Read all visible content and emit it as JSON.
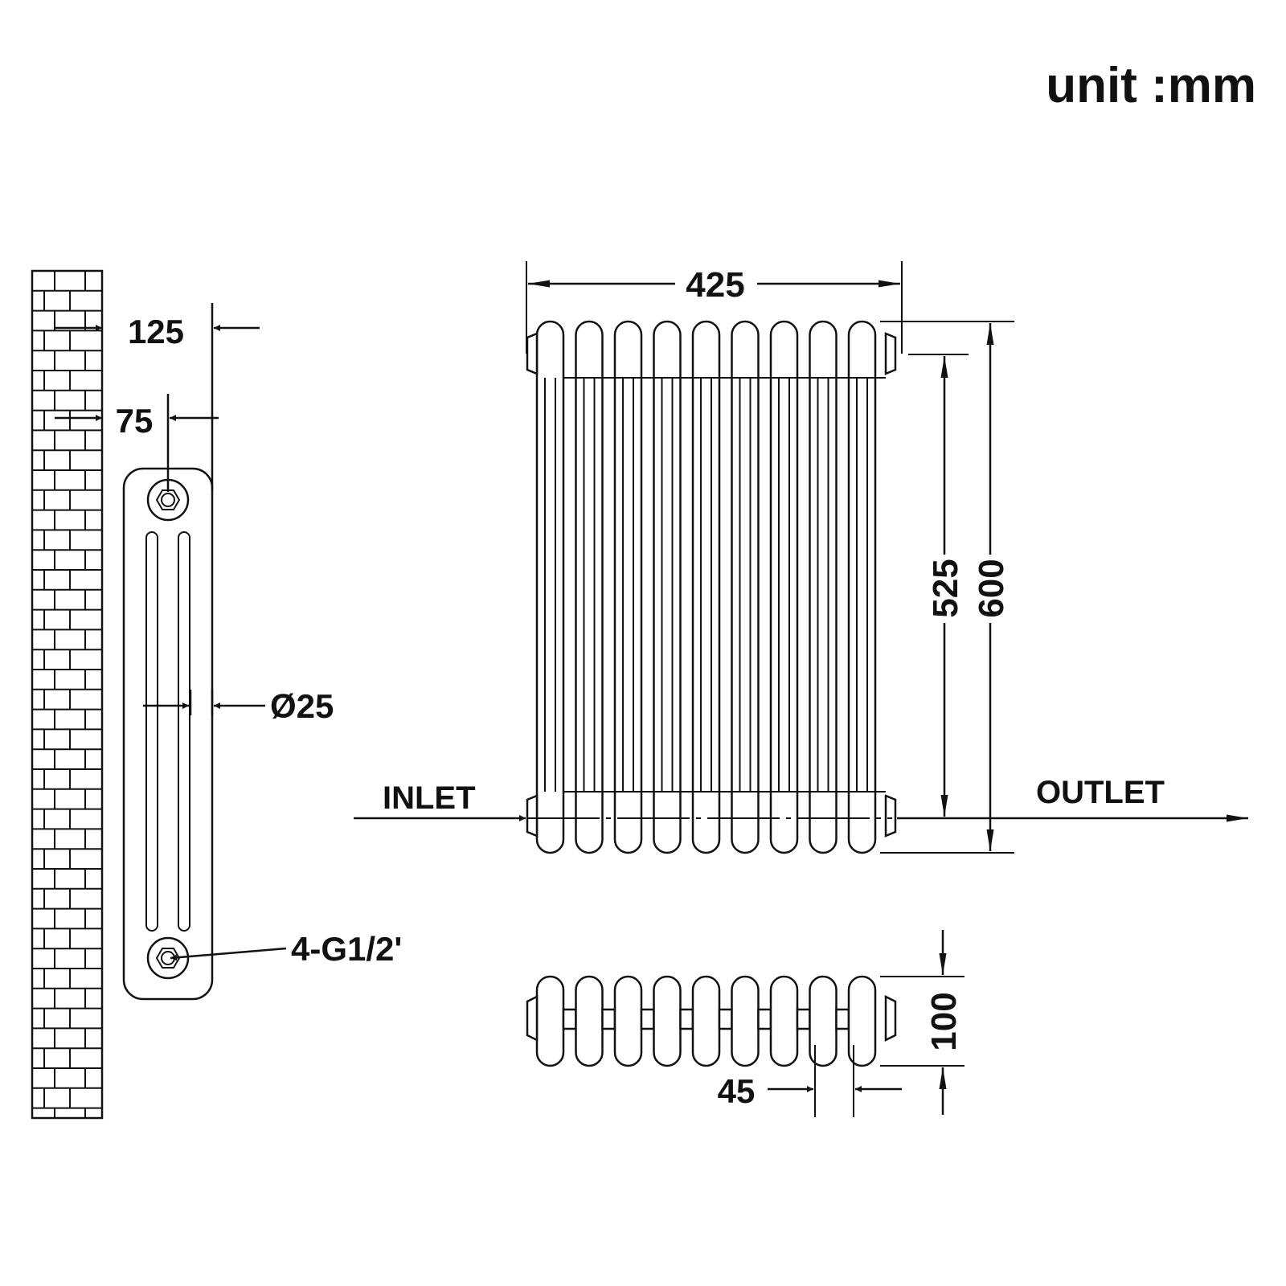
{
  "unit_label": "unit :mm",
  "side_view": {
    "dim_depth": "125",
    "dim_pipe_offset": "75",
    "dim_tube_diameter": "Ø25",
    "connection_label": "4-G1/2'"
  },
  "front_view": {
    "dim_width": "425",
    "dim_pipe_centers": "525",
    "dim_height": "600",
    "inlet_label": "INLET",
    "outlet_label": "OUTLET",
    "column_count": 9
  },
  "top_view": {
    "dim_depth": "100",
    "dim_pitch": "45",
    "column_count": 9
  },
  "colors": {
    "line": "#111111",
    "background": "#ffffff"
  }
}
